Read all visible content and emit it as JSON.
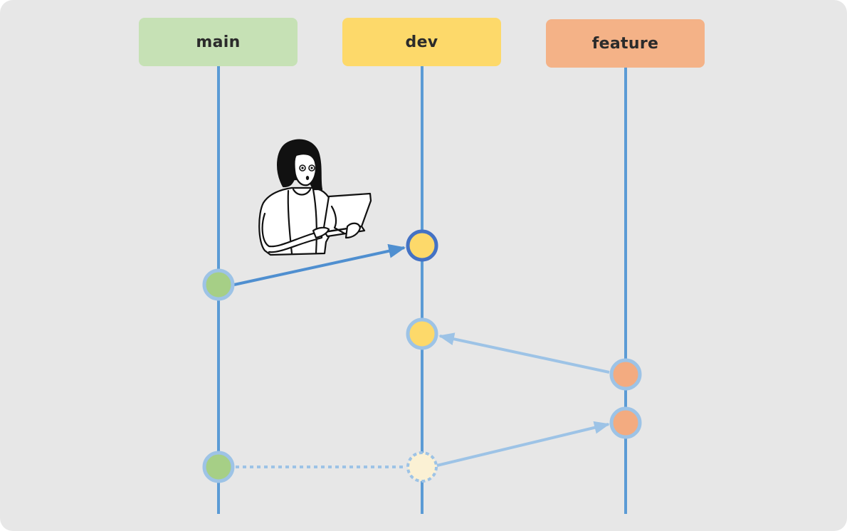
{
  "branches": {
    "main": {
      "label": "main",
      "color": "#c6e1b5",
      "node_color": "#a6cf86"
    },
    "dev": {
      "label": "dev",
      "color": "#fdd96a",
      "node_color": "#fdd96a",
      "pending_node_color": "#fbf1d4"
    },
    "feature": {
      "label": "feature",
      "color": "#f4b287",
      "node_color": "#f3ab80"
    }
  },
  "colors": {
    "lane_line": "#5b9bd5",
    "node_ring": "#9dc3e6",
    "highlight_ring": "#4472c4",
    "arrow_strong": "#4f8fd0",
    "arrow_light": "#9dc3e6"
  },
  "illustration": "person-with-laptop"
}
